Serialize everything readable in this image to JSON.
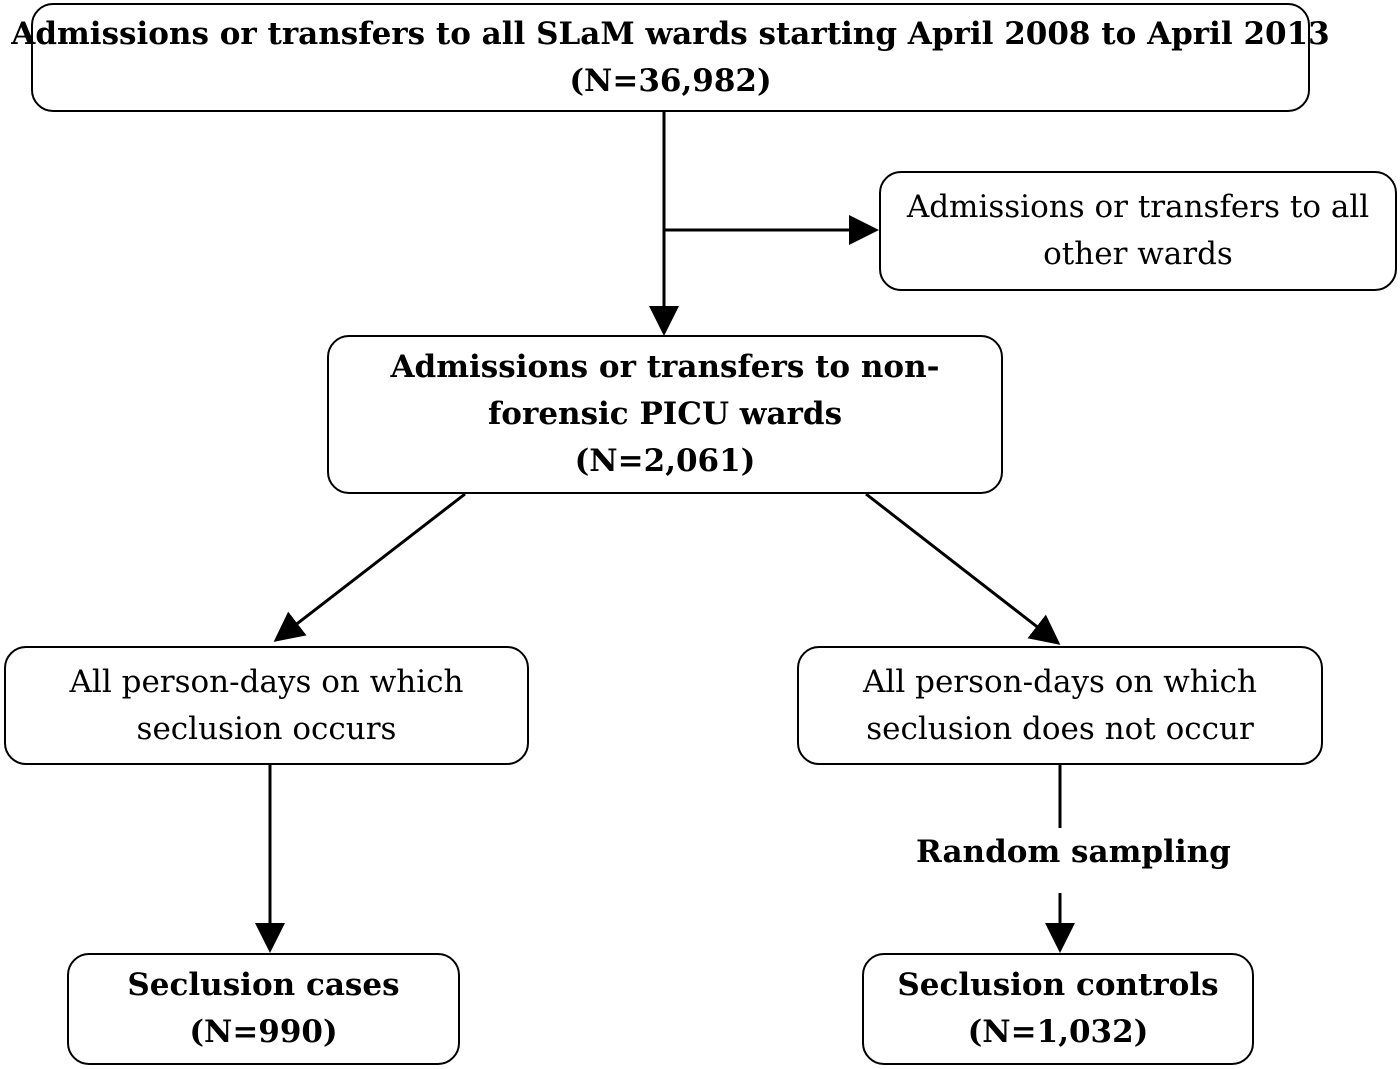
{
  "nodes": {
    "all_admissions": {
      "line1": "Admissions or transfers to all SLaM wards starting April 2008 to April 2013",
      "count": "(N=36,982)"
    },
    "other_wards": {
      "line1": "Admissions or transfers to all",
      "line2": "other wards"
    },
    "picu": {
      "line1": "Admissions or transfers to non-",
      "line2": "forensic PICU wards",
      "count": "(N=2,061)"
    },
    "seclusion_days": {
      "line1": "All person-days on which",
      "line2": "seclusion occurs"
    },
    "no_seclusion_days": {
      "line1": "All person-days on which",
      "line2": "seclusion does not occur"
    },
    "cases": {
      "line1": "Seclusion cases",
      "count": "(N=990)"
    },
    "controls": {
      "line1": "Seclusion controls",
      "count": "(N=1,032)"
    }
  },
  "edge_labels": {
    "random_sampling": "Random sampling"
  }
}
